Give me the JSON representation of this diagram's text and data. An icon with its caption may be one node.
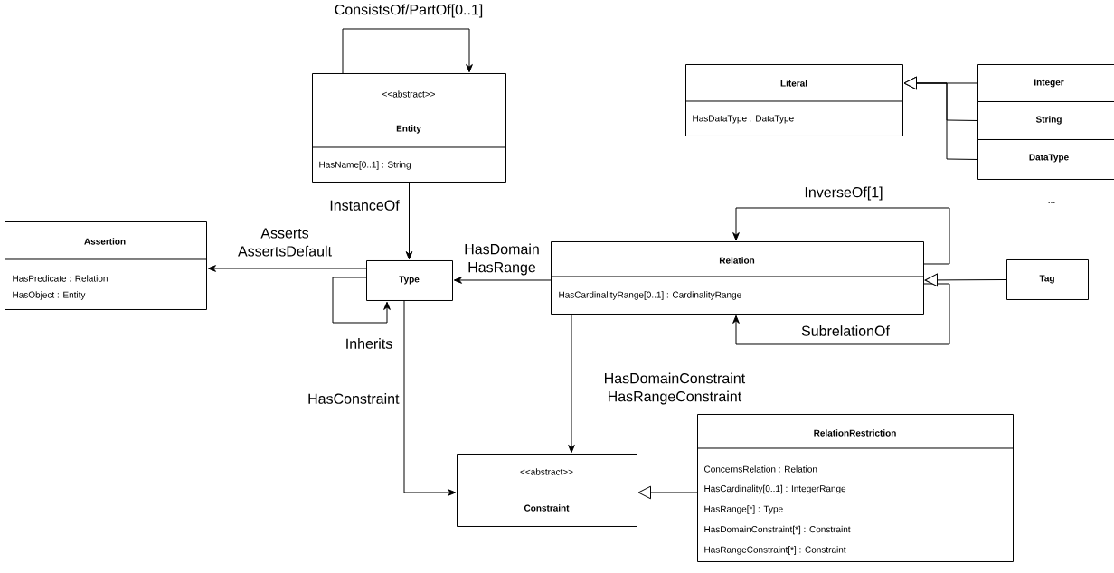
{
  "diagram": {
    "nodes": [
      {
        "text": [
          "<<abstract>>",
          "Entity",
          "HasName[0..1] : String"
        ]
      },
      {
        "text": [
          "Assertion",
          "HasPredicate : Relation",
          "HasObject : Entity"
        ]
      },
      {
        "text": [
          "Type"
        ]
      },
      {
        "text": [
          "Relation",
          "HasCardinalityRange[0..1] : CardinalityRange"
        ]
      },
      {
        "text": [
          "Literal",
          "HasDataType : DataType"
        ]
      },
      {
        "text": [
          "Integer"
        ]
      },
      {
        "text": [
          "String"
        ]
      },
      {
        "text": [
          "DataType"
        ]
      },
      {
        "text": [
          "Tag"
        ]
      },
      {
        "text": [
          "<<abstract>>",
          "Constraint"
        ]
      },
      {
        "text": [
          "RelationRestriction",
          "ConcernsRelation : Relation",
          "HasCardinality[0..1] : IntegerRange",
          "HasRange[*] : Type",
          "HasDomainConstraint[*] : Constraint",
          "HasRangeConstraint[*] : Constraint"
        ]
      }
    ],
    "edges": [
      {
        "from": 0,
        "to": 0,
        "arrow": "to",
        "label": "ConsistsOf/PartOf[0..1]"
      },
      {
        "from": 0,
        "to": 2,
        "arrow": "to",
        "label": "InstanceOf"
      },
      {
        "from": 2,
        "to": 1,
        "arrow": "to",
        "label": "Asserts AssertsDefault"
      },
      {
        "from": 3,
        "to": 2,
        "arrow": "to",
        "label": "HasDomain HasRange"
      },
      {
        "from": 2,
        "to": 2,
        "arrow": "to",
        "label": "Inherits"
      },
      {
        "from": 3,
        "to": 3,
        "arrow": "to",
        "label": "InverseOf[1]"
      },
      {
        "from": 3,
        "to": 3,
        "arrow": "to",
        "label": "SubrelationOf"
      },
      {
        "from": 3,
        "to": 9,
        "arrow": "to",
        "label": "HasDomainConstraint HasRangeConstraint"
      },
      {
        "from": 2,
        "to": 9,
        "arrow": "to",
        "label": "HasConstraint"
      },
      {
        "from": 5,
        "to": 4,
        "arrow": "to"
      },
      {
        "from": 6,
        "to": 4,
        "arrow": "to"
      },
      {
        "from": 7,
        "to": 4,
        "arrow": "to"
      },
      {
        "from": 8,
        "to": 3,
        "arrow": "to"
      },
      {
        "from": 10,
        "to": 9,
        "arrow": "to"
      }
    ],
    "labels": [
      "..."
    ]
  }
}
